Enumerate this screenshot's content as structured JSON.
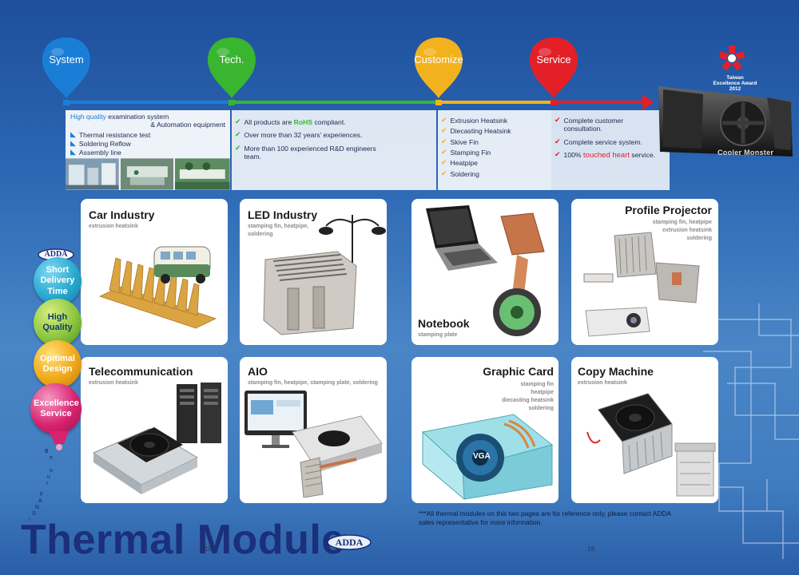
{
  "timeline": {
    "balloons": [
      {
        "label": "System",
        "color": "#1a7ed6"
      },
      {
        "label": "Tech.",
        "color": "#39b52f"
      },
      {
        "label": "Customize",
        "color": "#f2b21e"
      },
      {
        "label": "Service",
        "color": "#e32028"
      }
    ]
  },
  "system": {
    "line1_highlight": "High quality",
    "line1_rest": " examination system",
    "line2": "& Automation equipment",
    "bullets": [
      "Thermal resistance test",
      "Soldering Reflow",
      "Assembly line"
    ]
  },
  "tech": {
    "bullet1_pre": "All products are ",
    "bullet1_hl": "RoHS",
    "bullet1_post": " compliant.",
    "bullet2": "Over more than 32 years' experiences.",
    "bullet3": "More than 100 experienced  R&D engineers team."
  },
  "customize": {
    "items": [
      "Extrusion Heatsink",
      "Diecasting Heatsink",
      "Skive Fin",
      "Stamping Fin",
      "Heatpipe",
      "Soldering"
    ]
  },
  "service": {
    "items": [
      "Complete customer consultation.",
      "Complete service system."
    ],
    "last_pre": "100% ",
    "last_hl": "touched heart",
    "last_post": " service."
  },
  "award": {
    "line1": "Taiwan",
    "line2": "Excellence Award",
    "line3": "2012",
    "product": "Cooler Monster"
  },
  "cards": {
    "car": {
      "title": "Car Industry",
      "sub": [
        "extrusion heatsink"
      ]
    },
    "led": {
      "title": "LED Industry",
      "sub": [
        "stamping fin, heatpipe,",
        "soldering"
      ]
    },
    "notebook": {
      "title": "Notebook",
      "sub": [
        "stamping plate"
      ]
    },
    "profile": {
      "title": "Profile Projector",
      "sub": [
        "stamping fin, heatpipe",
        "extrusion heatsink",
        "soldering"
      ]
    },
    "telecom": {
      "title": "Telecommunication",
      "sub": [
        "extrusion heatsink"
      ]
    },
    "aio": {
      "title": "AIO",
      "sub": [
        "stamping fin,  heatpipe, stamping plate, soldering"
      ]
    },
    "graphic": {
      "title": "Graphic Card",
      "sub": [
        "stamping fin",
        "heatpipe",
        "diecasting heatsink",
        "soldering"
      ],
      "badge": "VGA"
    },
    "copy": {
      "title": "Copy Machine",
      "sub": [
        "extrusion heatsink"
      ]
    }
  },
  "side": {
    "brand": "ADDA",
    "bubbles": [
      {
        "label": "Short Delivery Time",
        "color": "#27a9cf"
      },
      {
        "label": "High Quality",
        "color": "#8cc63f"
      },
      {
        "label": "Opitimal Design",
        "color": "#f0a818"
      },
      {
        "label": "Excellence Service",
        "color": "#d8236f"
      }
    ],
    "slogan": [
      "B",
      "e",
      "o",
      "u",
      "r",
      "F",
      "A",
      "N",
      "S",
      "!"
    ]
  },
  "footer": {
    "title": "Thermal Module",
    "brand": "ADDA",
    "page_left": "18",
    "page_right": "19",
    "note_line1": "***All thermal modules on this two pages are for reference only, please contact ADDA",
    "note_line2": "sales representative for more information."
  },
  "colors": {
    "system_blue": "#1a7ed6",
    "tech_green": "#39b52f",
    "custom_yellow": "#f2b21e",
    "service_red": "#e32028",
    "title_navy": "#1b2f7a"
  }
}
